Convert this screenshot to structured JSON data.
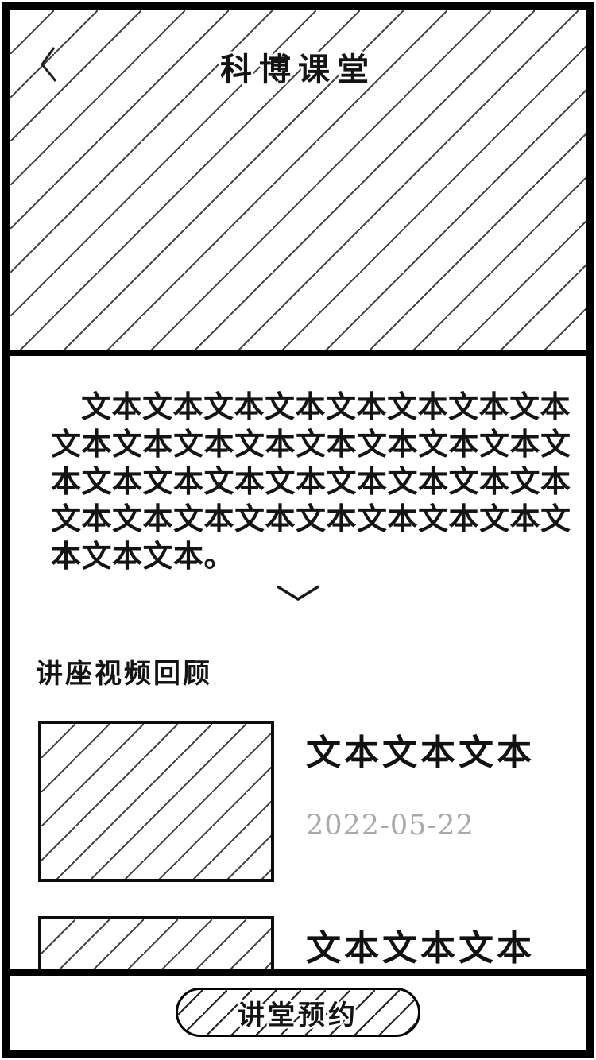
{
  "header": {
    "title": "科博课堂",
    "back_icon": "chevron-left"
  },
  "intro": {
    "text": "文本文本文本文本文本文本文本文本文本文本文本文本文本文本文本文本文本文本文本文本文本文本文本文本文本文本文本文本文本文本文本文本文本文本文本文本。",
    "expand_icon": "chevron-down"
  },
  "videos": {
    "heading": "讲座视频回顾",
    "items": [
      {
        "title": "文本文本文本",
        "date": "2022-05-22"
      },
      {
        "title": "文本文本文本"
      }
    ]
  },
  "footer": {
    "button_label": "讲堂预约"
  },
  "colors": {
    "ink": "#141414",
    "hatch_line": "#3d3d3d",
    "date_gray": "#a9a9a9",
    "frame": "#000000"
  }
}
